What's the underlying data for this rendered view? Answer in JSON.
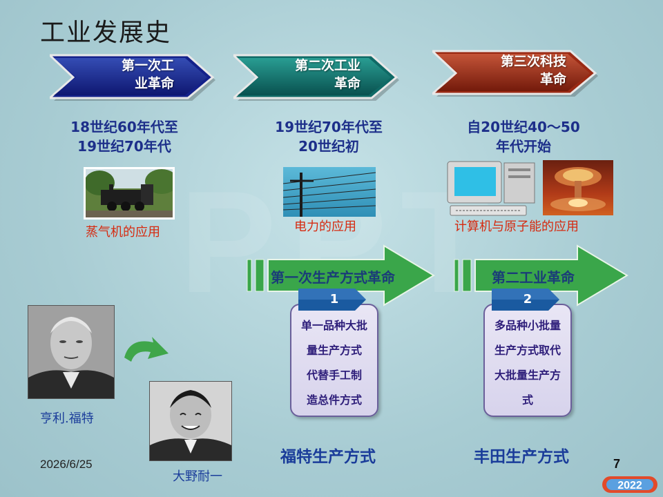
{
  "title": "工业发展史",
  "chevrons": [
    {
      "line1": "第一次工",
      "line2": "业革命",
      "color": "#14218a"
    },
    {
      "line1": "第二次工业",
      "line2": "革命",
      "color": "#0f6a66"
    },
    {
      "line1": "第三次科技",
      "line2": "革命",
      "color": "#9a2a14"
    }
  ],
  "periods": [
    {
      "line1": "18世纪60年代至",
      "line2": "19世纪70年代"
    },
    {
      "line1": "19世纪70年代至",
      "line2": "20世纪初"
    },
    {
      "line1": "自20世纪40～50",
      "line2": "年代开始"
    }
  ],
  "captions": {
    "steam": "蒸气机的应用",
    "electric": "电力的应用",
    "computer": "计算机与原子能的应用"
  },
  "arrows": [
    {
      "label": "第一次生产方式革命",
      "number": "1"
    },
    {
      "label": "第二工业革命",
      "number": "2"
    }
  ],
  "boxes": [
    {
      "text": "单一品种大批\n量生产方式\n代替手工制\n造总件方式"
    },
    {
      "text": "多品种小批量\n生产方式取代\n大批量生产方\n式"
    }
  ],
  "bottom_labels": {
    "ford": "福特生产方式",
    "toyota": "丰田生产方式"
  },
  "people": {
    "ford": "亨利.福特",
    "ohno": "大野耐一"
  },
  "footer": {
    "date": "2026/6/25",
    "page": "7",
    "logo": "2022"
  },
  "colors": {
    "arrow_green": "#3aa64a",
    "tab_blue": "#1a5aa0",
    "period_blue": "#1d2f8a",
    "caption_red": "#d62a10"
  }
}
